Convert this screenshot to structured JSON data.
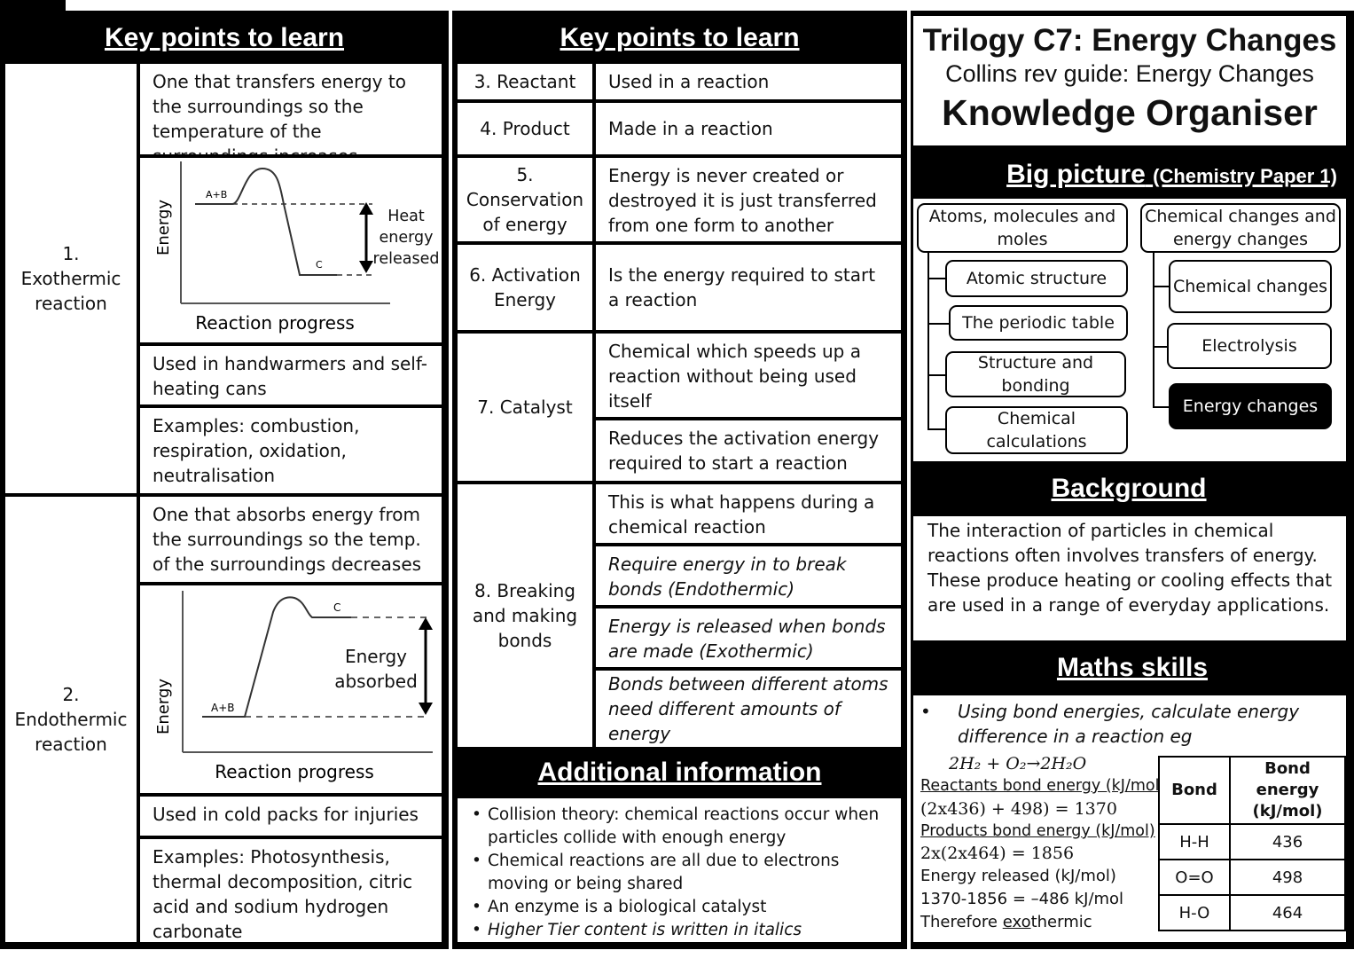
{
  "col1": {
    "heading": "Key points to learn",
    "exo": {
      "label_num": "1.",
      "label": "Exothermic reaction",
      "definition": "One that transfers energy to the surroundings so the temperature of the surroundings increases",
      "diagram": {
        "start": "A+B",
        "end": "C",
        "y_axis": "Energy",
        "x_axis": "Reaction progress",
        "arrow_label": "Heat energy released"
      },
      "uses": "Used in handwarmers and self-heating cans",
      "examples": "Examples: combustion, respiration, oxidation, neutralisation"
    },
    "endo": {
      "label_num": "2.",
      "label": "Endothermic reaction",
      "definition": "One that absorbs energy from the surroundings so the temp. of the surroundings decreases",
      "diagram": {
        "start": "A+B",
        "end": "C",
        "y_axis": "Energy",
        "x_axis": "Reaction progress",
        "arrow_label": "Energy absorbed"
      },
      "uses": "Used in cold packs for injuries",
      "examples": "Examples: Photosynthesis, thermal decomposition, citric acid and sodium hydrogen carbonate"
    }
  },
  "col2": {
    "heading": "Key points to learn",
    "rows": [
      {
        "term": "3. Reactant",
        "def": "Used in a reaction"
      },
      {
        "term": "4. Product",
        "def": "Made in a reaction"
      },
      {
        "term": "5. Conservation of energy",
        "def": "Energy is never created or destroyed it is just transferred from one form to another"
      },
      {
        "term": "6. Activation Energy",
        "def": "Is the energy required to start a reaction"
      },
      {
        "term": "7. Catalyst",
        "def1": "Chemical which speeds up a reaction without being used itself",
        "def2": "Reduces the activation energy required to start a reaction"
      },
      {
        "term": "8. Breaking and making bonds",
        "def1": "This is what happens during a chemical reaction",
        "def2": "Require energy in to break bonds (Endothermic)",
        "def3": "Energy is released when bonds are made (Exothermic)",
        "def4": "Bonds between different atoms need different amounts of energy"
      }
    ],
    "additional_heading": "Additional information",
    "additional": [
      "Collision theory: chemical reactions occur when particles collide with enough energy",
      "Chemical reactions are all due to electrons moving or being shared",
      "An enzyme is a biological catalyst",
      "Higher Tier content is written in italics"
    ]
  },
  "col3": {
    "title": "Trilogy C7: Energy Changes",
    "subtitle": "Collins rev guide: Energy Changes",
    "organiser": "Knowledge Organiser",
    "big_picture": "Big picture",
    "big_picture_sub": "(Chemistry Paper 1)",
    "left_parent": "Atoms, molecules and moles",
    "left_items": [
      "Atomic structure",
      "The periodic table",
      "Structure and bonding",
      "Chemical calculations"
    ],
    "right_parent": "Chemical changes and energy changes",
    "right_items": [
      "Chemical changes",
      "Electrolysis",
      "Energy changes"
    ],
    "background_heading": "Background",
    "background_text": "The interaction of particles in chemical reactions often involves transfers of energy. These produce heating or cooling effects that are used in a range of everyday applications.",
    "maths_heading": "Maths skills",
    "maths_bullet": "Using bond energies, calculate energy difference in a reaction eg",
    "equation": "2H₂ + O₂→2H₂O",
    "reactants_label": "Reactants bond energy (kJ/mol)",
    "reactants_calc": "(2x436) + 498) = 1370",
    "products_label": "Products bond energy (kJ/mol)",
    "products_calc": "2x(2x464) = 1856",
    "released_label": "Energy released (kJ/mol)",
    "released_calc": "1370-1856 = –486 kJ/mol",
    "therefore_pre": "Therefore ",
    "therefore_ul": "exo",
    "therefore_post": "thermic",
    "table_head": [
      "Bond",
      "Bond energy (kJ/mol)"
    ],
    "table_rows": [
      [
        "H-H",
        "436"
      ],
      [
        "O=O",
        "498"
      ],
      [
        "H-O",
        "464"
      ]
    ]
  }
}
